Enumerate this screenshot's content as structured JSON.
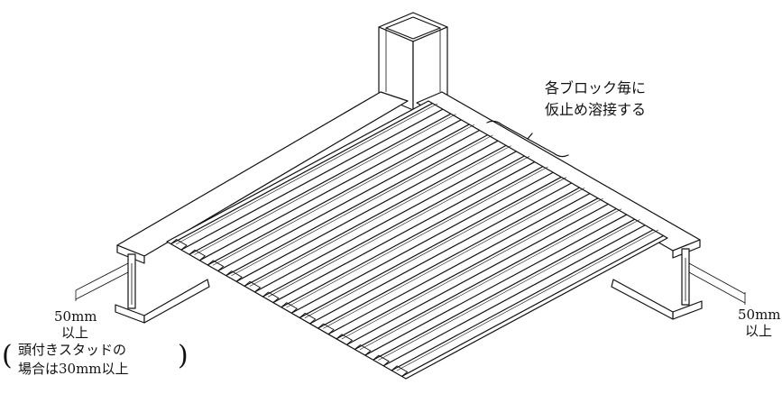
{
  "labels": {
    "weld_note_line1": "各ブロック毎に",
    "weld_note_line2": "仮止め溶接する",
    "left_dim_value": "50mm",
    "left_dim_suffix": "以上",
    "stud_note_line1": "頭付きスタッドの",
    "stud_note_line2": "場合は30mm以上",
    "right_dim_value": "50mm",
    "right_dim_suffix": "以上"
  },
  "colors": {
    "line": "#111111",
    "background": "#ffffff"
  },
  "deck": {
    "rib_count": 13
  }
}
